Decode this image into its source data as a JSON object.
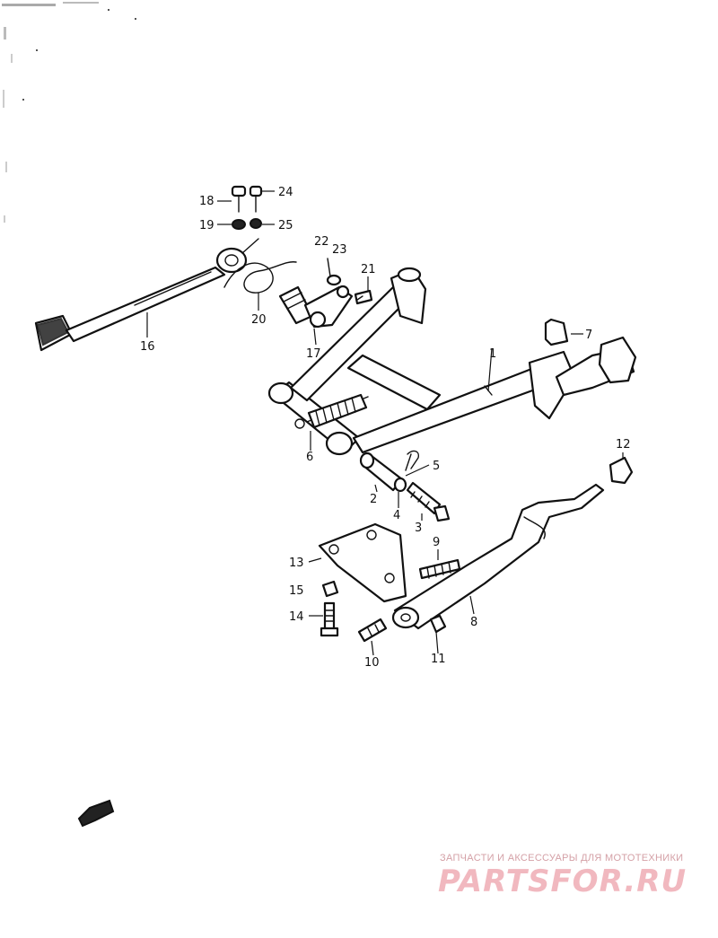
{
  "diagram": {
    "callouts": [
      {
        "id": "c1",
        "label": "1"
      },
      {
        "id": "c2",
        "label": "2"
      },
      {
        "id": "c3",
        "label": "3"
      },
      {
        "id": "c4",
        "label": "4"
      },
      {
        "id": "c5",
        "label": "5"
      },
      {
        "id": "c6",
        "label": "6"
      },
      {
        "id": "c7",
        "label": "7"
      },
      {
        "id": "c8",
        "label": "8"
      },
      {
        "id": "c9",
        "label": "9"
      },
      {
        "id": "c10",
        "label": "10"
      },
      {
        "id": "c11",
        "label": "11"
      },
      {
        "id": "c12",
        "label": "12"
      },
      {
        "id": "c13",
        "label": "13"
      },
      {
        "id": "c14",
        "label": "14"
      },
      {
        "id": "c15",
        "label": "15"
      },
      {
        "id": "c16",
        "label": "16"
      },
      {
        "id": "c17",
        "label": "17"
      },
      {
        "id": "c18",
        "label": "18"
      },
      {
        "id": "c19",
        "label": "19"
      },
      {
        "id": "c20",
        "label": "20"
      },
      {
        "id": "c21",
        "label": "21"
      },
      {
        "id": "c22",
        "label": "22"
      },
      {
        "id": "c23",
        "label": "23"
      },
      {
        "id": "c24",
        "label": "24"
      },
      {
        "id": "c25",
        "label": "25"
      }
    ]
  },
  "watermark": {
    "caption": "ЗАПЧАСТИ И АКСЕССУАРЫ ДЛЯ МОТОТЕХНИКИ",
    "logo_text": "PARTSFOR.RU"
  },
  "colors": {
    "line": "#111111",
    "watermark": "#f1b8bf"
  }
}
